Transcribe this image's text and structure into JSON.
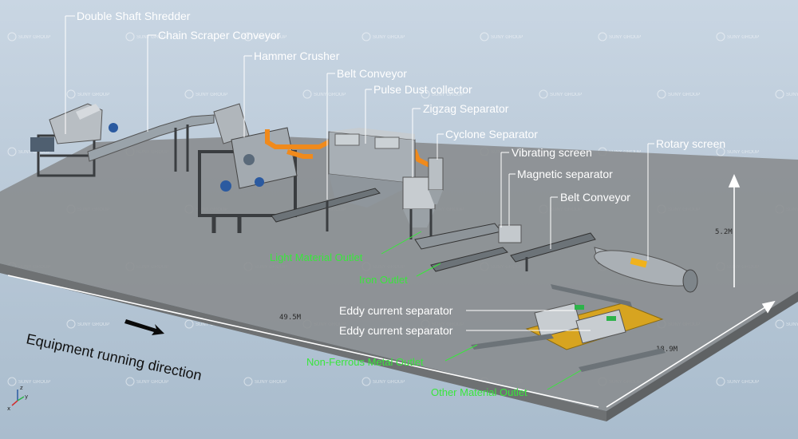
{
  "labels": {
    "double_shaft_shredder": "Double Shaft Shredder",
    "chain_scraper_conveyor": "Chain Scraper Conveyor",
    "hammer_crusher": "Hammer Crusher",
    "belt_conveyor_1": "Belt Conveyor",
    "pulse_dust_collector": "Pulse Dust collector",
    "zigzag_separator": "Zigzag Separator",
    "cyclone_separator": "Cyclone Separator",
    "vibrating_screen": "Vibrating screen",
    "magnetic_separator": "Magnetic separator",
    "belt_conveyor_2": "Belt Conveyor",
    "rotary_screen": "Rotary screen",
    "eddy_current_separator_1": "Eddy current separator",
    "eddy_current_separator_2": "Eddy current separator"
  },
  "outlets": {
    "light_material": "Light Material Outlet",
    "iron": "Iron Outlet",
    "non_ferrous_metal": "Non-Ferrous Metal Outlet",
    "other_material": "Other Material Outlet"
  },
  "dimensions": {
    "length": "49.5M",
    "width": "18.9M",
    "height": "5.2M"
  },
  "direction_text": "Equipment running direction",
  "watermark": "SUNY GROUP",
  "axes": {
    "z": "z",
    "y": "y",
    "x": "x"
  },
  "colors": {
    "label": "#ffffff",
    "outlet": "#39e63c",
    "platform": "#8a8d8f",
    "duct": "#f08a1c",
    "machine": "#9aa3aa",
    "steel": "#3a3d40"
  }
}
